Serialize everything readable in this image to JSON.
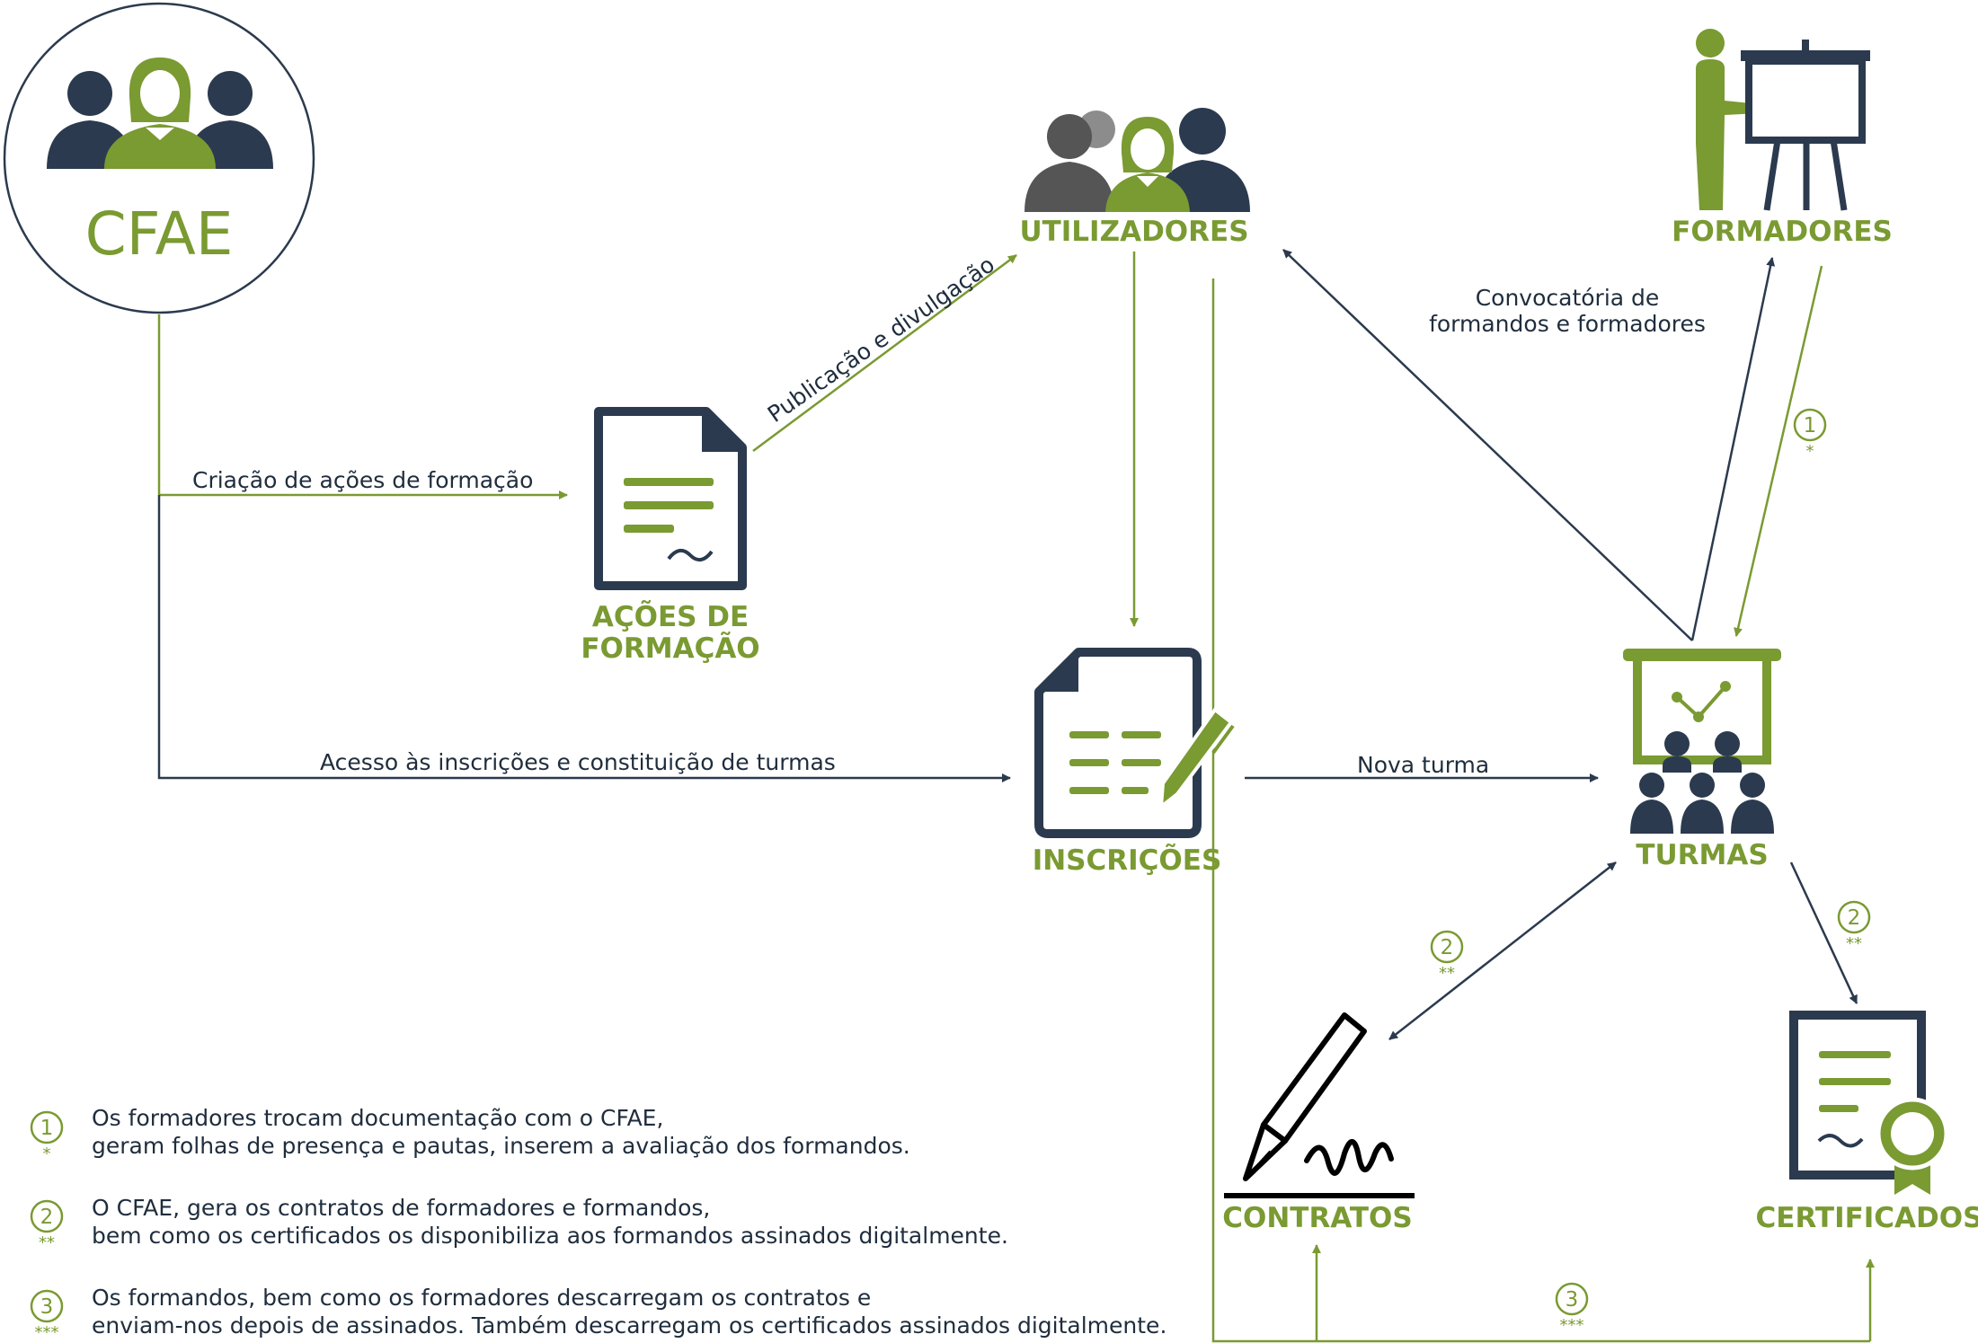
{
  "colors": {
    "green": "#7a9a32",
    "navy": "#2b3a4e",
    "grey": "#5a5a5a",
    "lightgrey": "#8c8c8c"
  },
  "nodes": {
    "cfae": "CFAE",
    "utilizadores": "UTILIZADORES",
    "formadores": "FORMADORES",
    "acoes_line1": "AÇÕES DE",
    "acoes_line2": "FORMAÇÃO",
    "inscricoes": "INSCRIÇÕES",
    "turmas": "TURMAS",
    "contratos": "CONTRATOS",
    "certificados": "CERTIFICADOS"
  },
  "edges": {
    "criacao": "Criação de ações de formação",
    "publicacao": "Publicação e divulgação",
    "acesso": "Acesso às inscrições e constituição de turmas",
    "nova_turma": "Nova turma",
    "convocatoria_line1": "Convocatória de",
    "convocatoria_line2": "formandos e formadores"
  },
  "markers": [
    {
      "num": "1",
      "stars": "*"
    },
    {
      "num": "2",
      "stars": "**"
    },
    {
      "num": "3",
      "stars": "***"
    }
  ],
  "legend": [
    {
      "num": "1",
      "stars": "*",
      "line1": "Os formadores trocam documentação com o CFAE,",
      "line2": "geram folhas de presença e pautas, inserem a avaliação dos formandos."
    },
    {
      "num": "2",
      "stars": "**",
      "line1": "O CFAE, gera os contratos de formadores e formandos,",
      "line2": "bem como os certificados os disponibiliza aos formandos assinados digitalmente."
    },
    {
      "num": "3",
      "stars": "***",
      "line1": "Os formandos, bem como os formadores descarregam os contratos e",
      "line2": "enviam-nos depois de assinados. Também descarregam os certificados assinados digitalmente."
    }
  ]
}
